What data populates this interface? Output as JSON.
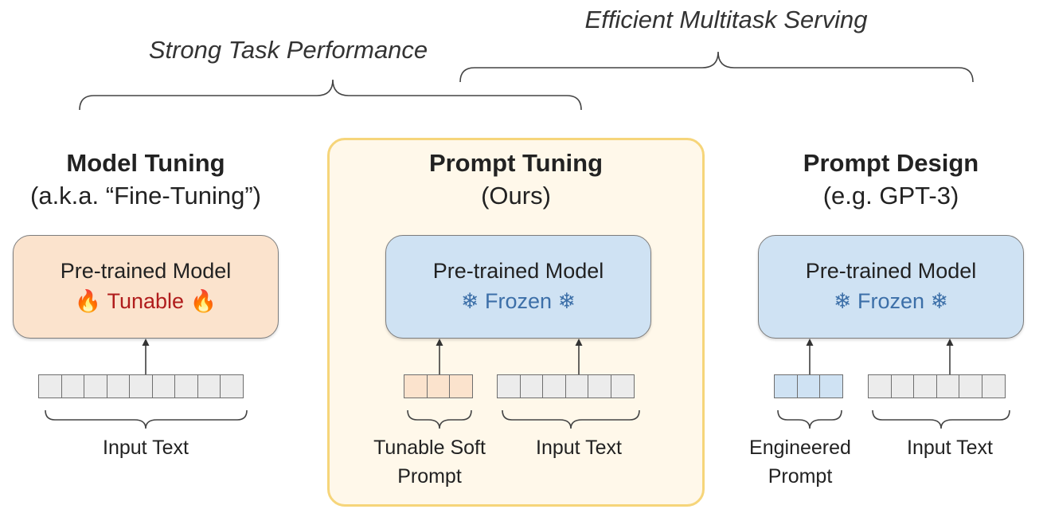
{
  "braces": {
    "strong_task": "Strong Task Performance",
    "efficient_serving": "Efficient Multitask Serving"
  },
  "columns": [
    {
      "title": "Model Tuning",
      "subtitle": "(a.k.a. “Fine-Tuning”)",
      "model_title": "Pre-trained Model",
      "model_status": "🔥 Tunable 🔥",
      "input_label": "Input Text"
    },
    {
      "title": "Prompt Tuning",
      "subtitle": "(Ours)",
      "model_title": "Pre-trained Model",
      "model_status": "❄ Frozen ❄",
      "prompt_label": "Tunable Soft Prompt",
      "input_label": "Input Text"
    },
    {
      "title": "Prompt Design",
      "subtitle": "(e.g. GPT-3)",
      "model_title": "Pre-trained Model",
      "model_status": "❄ Frozen ❄",
      "prompt_label": "Engineered Prompt",
      "input_label": "Input Text"
    }
  ],
  "colors": {
    "tunable": "#fbe3cd",
    "frozen": "#cfe2f3",
    "highlight": "#fff8ea",
    "highlight_border": "#f6d57a",
    "token": "#ececec"
  }
}
